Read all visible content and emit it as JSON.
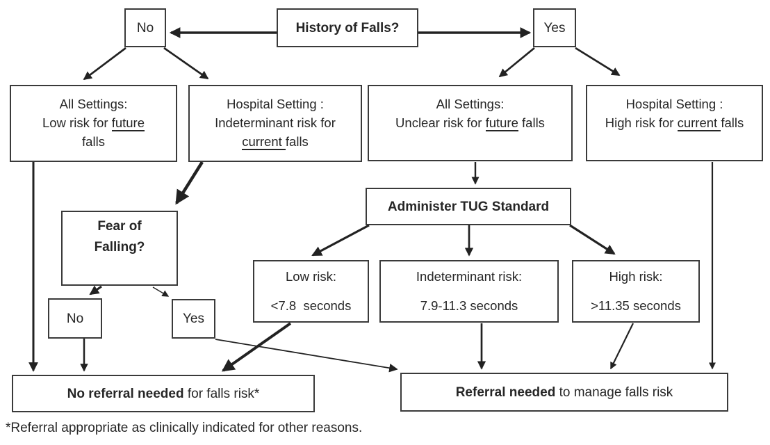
{
  "colors": {
    "ink": "#262626",
    "background": "#ffffff"
  },
  "flowchart": {
    "nodes": {
      "history": "History of Falls?",
      "no_top": "No",
      "yes_top": "Yes",
      "all_settings_low": {
        "line1": "All Settings:",
        "line2_pre": "Low risk for ",
        "line2_underline": "future",
        "line3": "falls"
      },
      "hospital_indeterminant": {
        "line1": "Hospital Setting :",
        "line2": "Indeterminant risk for",
        "line3_underline": "current ",
        "line3_rest": "falls"
      },
      "all_settings_unclear": {
        "line1": "All Settings:",
        "line2_pre": "Unclear risk for ",
        "line2_underline": "future",
        "line2_rest": " falls"
      },
      "hospital_high": {
        "line1": "Hospital Setting :",
        "line2_pre": "High risk for ",
        "line2_underline": "current ",
        "line2_rest": "falls"
      },
      "fear": {
        "line1": "Fear of",
        "line2": "Falling?"
      },
      "tug": "Administer TUG Standard",
      "tug_low": {
        "line1": "Low risk:",
        "line2": "<7.8  seconds"
      },
      "tug_indeterminant": {
        "line1": "Indeterminant risk:",
        "line2": "7.9-11.3 seconds"
      },
      "tug_high": {
        "line1": "High risk:",
        "line2": ">11.35 seconds"
      },
      "fear_no": "No",
      "fear_yes": "Yes",
      "no_referral": {
        "bold": "No referral needed",
        "rest": " for falls risk*"
      },
      "referral": {
        "bold": "Referral needed",
        "rest": " to manage falls risk"
      }
    },
    "footnote": "*Referral appropriate as clinically indicated for other reasons."
  }
}
